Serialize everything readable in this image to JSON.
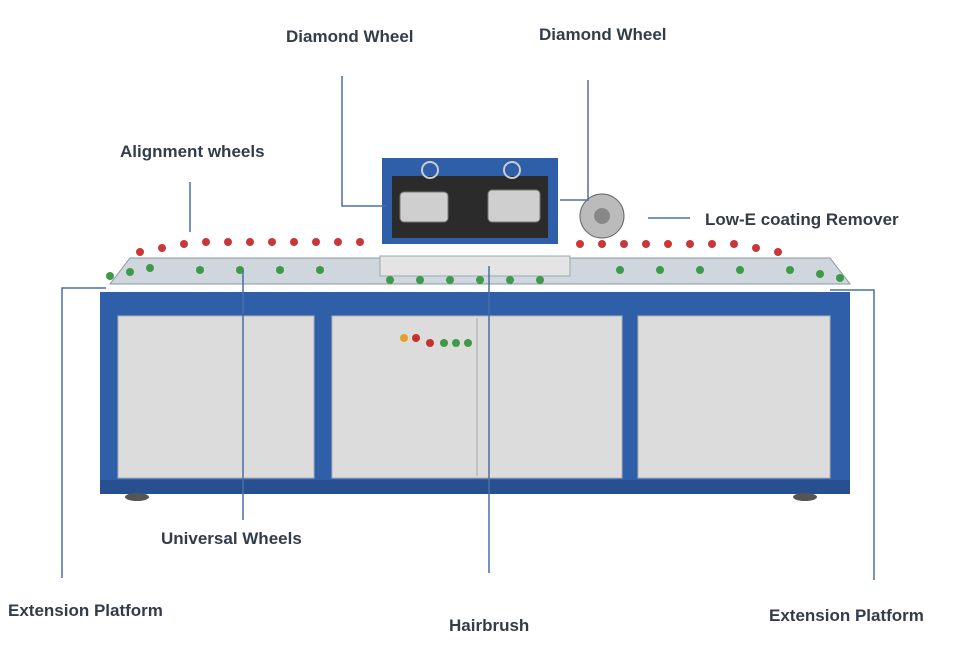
{
  "labels": {
    "diamond_wheel_left": "Diamond Wheel",
    "diamond_wheel_right": "Diamond Wheel",
    "alignment_wheels": "Alignment wheels",
    "low_e_remover": "Low-E coating Remover",
    "universal_wheels": "Universal Wheels",
    "extension_platform_left": "Extension Platform",
    "hairbrush": "Hairbrush",
    "extension_platform_right": "Extension Platform"
  },
  "colors": {
    "frame_blue": "#2f5fa8",
    "panel_grey": "#d9d9d9",
    "leader_line": "#4a6fa5",
    "label_text": "#333c4a",
    "wheel_red": "#c8383a",
    "wheel_green": "#3e9a48"
  }
}
